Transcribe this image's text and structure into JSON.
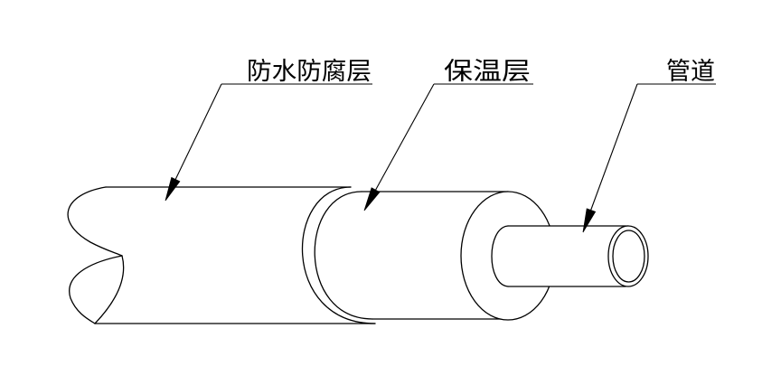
{
  "labels": {
    "coating": "防水防腐层",
    "insulation": "保温层",
    "pipe": "管道"
  },
  "colors": {
    "line": "#000000",
    "background": "#ffffff"
  }
}
